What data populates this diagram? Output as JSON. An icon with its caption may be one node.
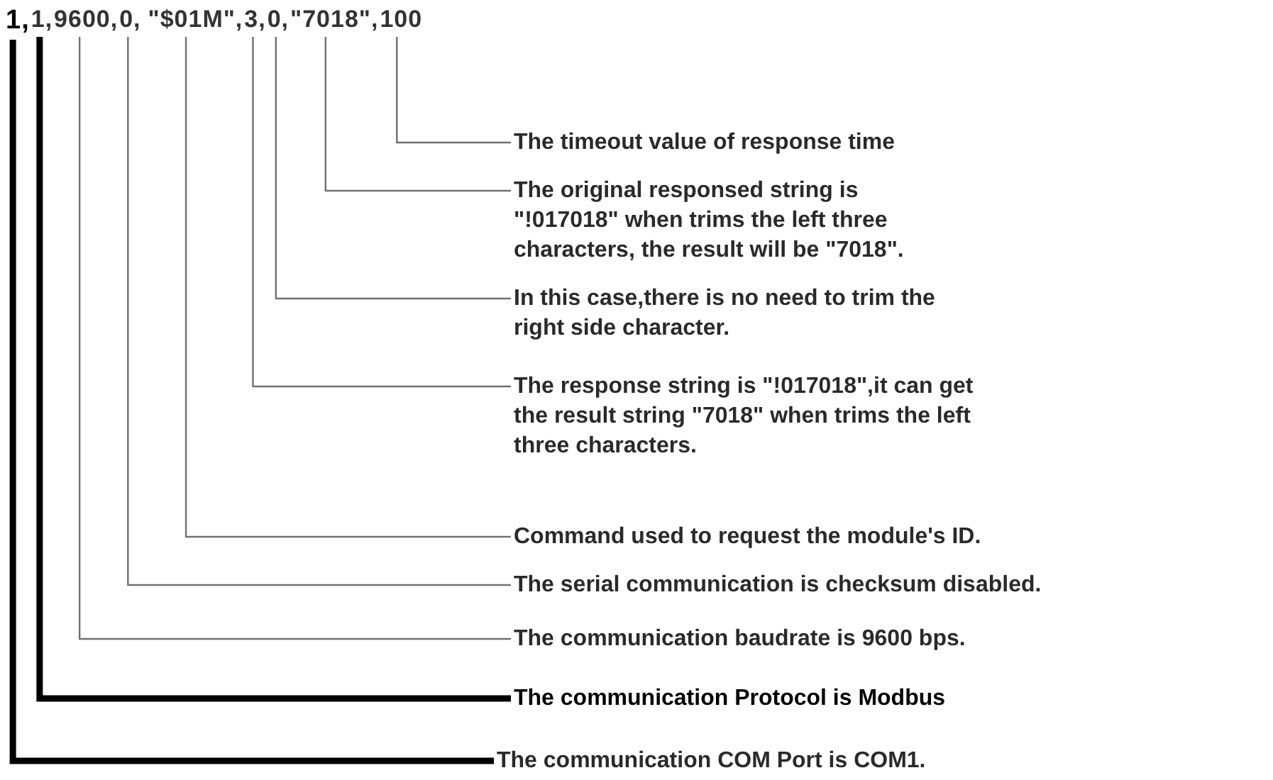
{
  "diagram": {
    "nodes": [
      {
        "text": [
          "1,"
        ]
      },
      {
        "text": [
          "1,"
        ]
      },
      {
        "text": [
          "9600,"
        ]
      },
      {
        "text": [
          "0,"
        ]
      },
      {
        "text": [
          "\"$01M\","
        ]
      },
      {
        "text": [
          "3,"
        ]
      },
      {
        "text": [
          "0,"
        ]
      },
      {
        "text": [
          "\"7018\","
        ]
      },
      {
        "text": [
          "100"
        ]
      },
      {
        "text": [
          "The timeout value of response time"
        ]
      },
      {
        "text": [
          "The original responsed string is \"!017018\" when trims the left three characters, the result will be \"7018\"."
        ]
      },
      {
        "text": [
          "In this case,there is no need to trim the right side character."
        ]
      },
      {
        "text": [
          "The response string is \"!017018\",it can get the result string \"7018\" when trims the left three characters."
        ]
      },
      {
        "text": [
          "Command used to request the module's  ID."
        ]
      },
      {
        "text": [
          "The serial communication is checksum disabled."
        ]
      },
      {
        "text": [
          "The communication baudrate is 9600 bps."
        ]
      },
      {
        "text": [
          "The communication Protocol is Modbus"
        ]
      },
      {
        "text": [
          "The communication COM Port is COM1."
        ]
      }
    ],
    "edges": [
      {
        "from": 9,
        "to": 8,
        "arrow": "none"
      },
      {
        "from": 10,
        "to": 7,
        "arrow": "none"
      },
      {
        "from": 11,
        "to": 6,
        "arrow": "none"
      },
      {
        "from": 12,
        "to": 5,
        "arrow": "none"
      },
      {
        "from": 13,
        "to": 4,
        "arrow": "none"
      },
      {
        "from": 14,
        "to": 3,
        "arrow": "none"
      },
      {
        "from": 15,
        "to": 2,
        "arrow": "none"
      },
      {
        "from": 16,
        "to": 1,
        "arrow": "none",
        "style": "thick",
        "color": "#000000"
      },
      {
        "from": 17,
        "to": 0,
        "arrow": "none",
        "style": "thick",
        "color": "#000000"
      }
    ]
  }
}
